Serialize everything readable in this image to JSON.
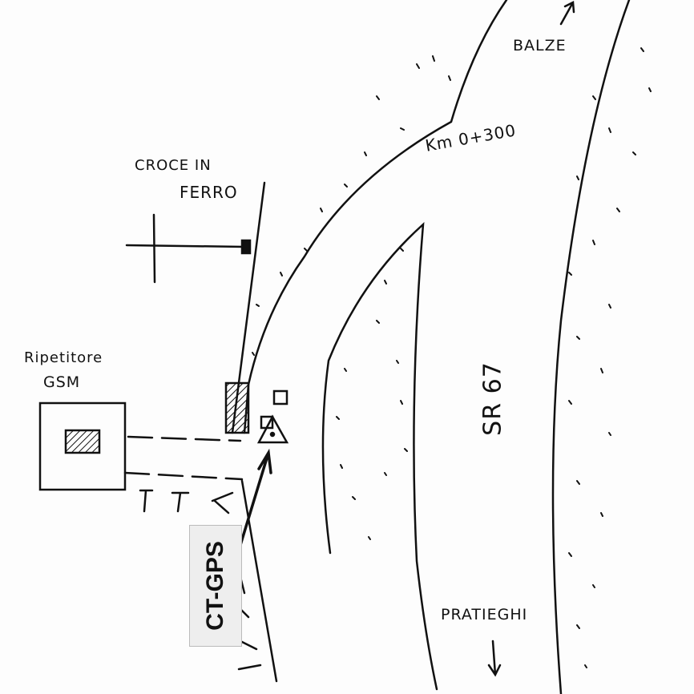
{
  "labels": {
    "balze": "BALZE",
    "km": "Km 0+300",
    "croce": "CROCE IN FERRO",
    "croce_line1": "CROCE IN",
    "croce_line2": "FERRO",
    "ripetitore_line1": "Ripetitore",
    "ripetitore_line2": "GSM",
    "road": "SR 67",
    "pratieghi": "PRATIEGHI",
    "gps": "CT-GPS"
  }
}
